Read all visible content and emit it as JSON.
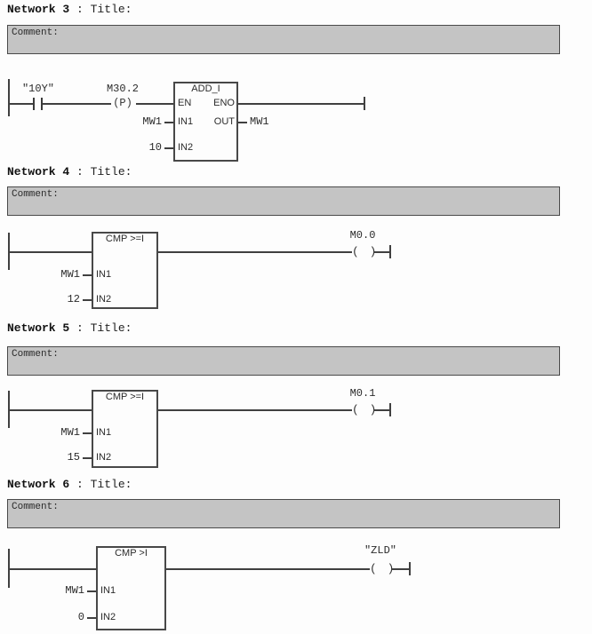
{
  "ui": {
    "background_color": "#fdfdfd",
    "wire_color": "#404040",
    "comment_fill_color": "#c4c4c4",
    "comment_border_color": "#4a4a4a"
  },
  "networks": [
    {
      "title_bold": "Network 3",
      "title_rest": " : Title:",
      "comment_label": "Comment:",
      "rung": {
        "contact_operand": "\"10Y\"",
        "edge_operand": "M30.2",
        "edge_symbol": "(P)",
        "block_title": "ADD_I",
        "pins": {
          "en": "EN",
          "eno": "ENO",
          "in1": "IN1",
          "in2": "IN2",
          "out": "OUT"
        },
        "in1_operand": "MW1",
        "in2_operand": "10",
        "out_operand": "MW1"
      }
    },
    {
      "title_bold": "Network 4",
      "title_rest": " : Title:",
      "comment_label": "Comment:",
      "rung": {
        "block_title": "CMP >=I",
        "pins": {
          "in1": "IN1",
          "in2": "IN2"
        },
        "in1_operand": "MW1",
        "in2_operand": "12",
        "coil_operand": "M0.0",
        "coil_symbol": "( )"
      }
    },
    {
      "title_bold": "Network 5",
      "title_rest": " : Title:",
      "comment_label": "Comment:",
      "rung": {
        "block_title": "CMP >=I",
        "pins": {
          "in1": "IN1",
          "in2": "IN2"
        },
        "in1_operand": "MW1",
        "in2_operand": "15",
        "coil_operand": "M0.1",
        "coil_symbol": "( )"
      }
    },
    {
      "title_bold": "Network 6",
      "title_rest": " : Title:",
      "comment_label": "Comment:",
      "rung": {
        "block_title": "CMP >I",
        "pins": {
          "in1": "IN1",
          "in2": "IN2"
        },
        "in1_operand": "MW1",
        "in2_operand": "0",
        "coil_operand": "\"ZLD\"",
        "coil_symbol": "( )"
      }
    }
  ]
}
